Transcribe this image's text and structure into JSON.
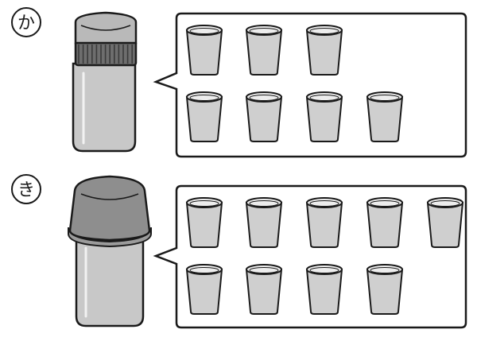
{
  "figures": [
    {
      "label": "か",
      "bottle_style": "screw-cap",
      "cup_rows": [
        3,
        4
      ],
      "cup_count": 7
    },
    {
      "label": "き",
      "bottle_style": "dome-cap",
      "cup_rows": [
        5,
        4
      ],
      "cup_count": 9
    }
  ],
  "colors": {
    "outline": "#1a1a1a",
    "bottle_body": "#c8c8c8",
    "cap_dark": "#8e8e8e",
    "cap_ridges": "#6e6e6e",
    "cup_fill": "#cfcfcf",
    "cup_rim": "#ededed",
    "highlight": "#f2f2f2",
    "background": "#ffffff"
  }
}
